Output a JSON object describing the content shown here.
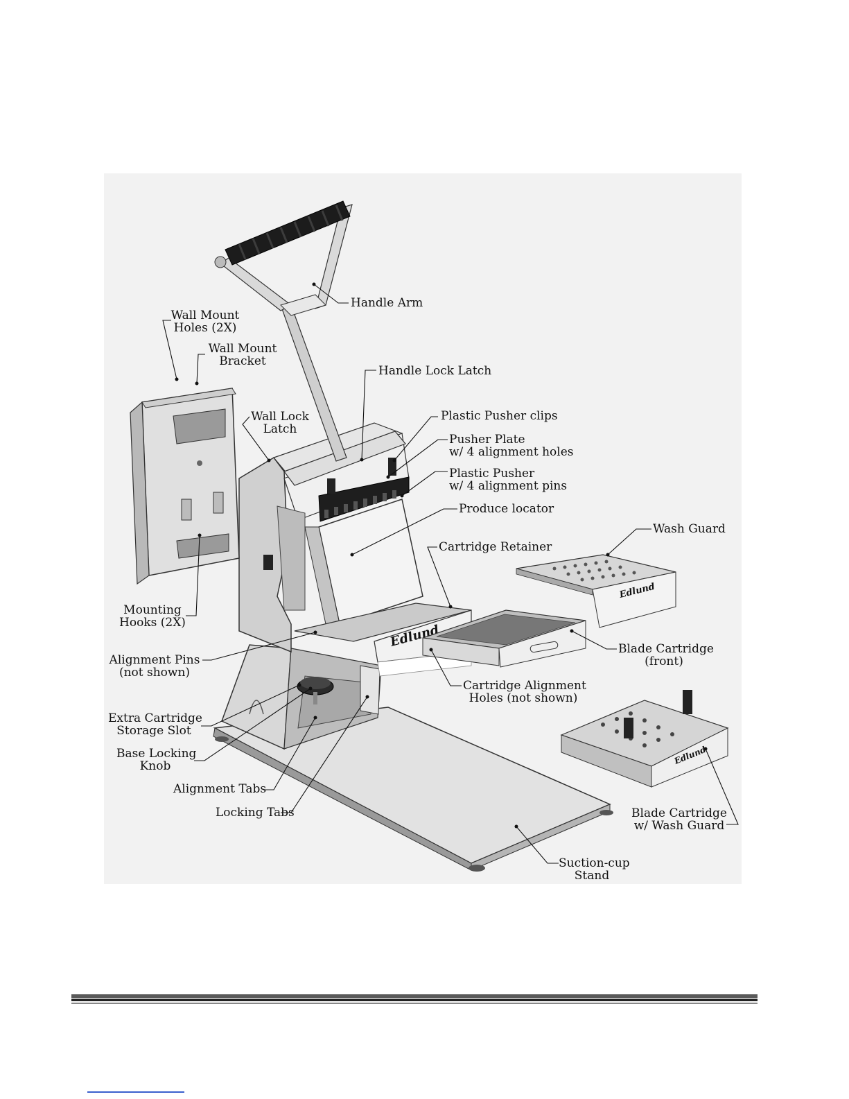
{
  "labels": {
    "handle_arm": "Handle Arm",
    "wall_mount_holes": "Wall Mount\nHoles (2X)",
    "wall_mount_bracket": "Wall Mount\nBracket",
    "handle_lock_latch": "Handle Lock Latch",
    "wall_lock_latch": "Wall Lock\nLatch",
    "plastic_pusher_clips": "Plastic Pusher clips",
    "pusher_plate": "Pusher Plate\nw/ 4 alignment holes",
    "plastic_pusher": "Plastic Pusher\nw/ 4 alignment pins",
    "produce_locator": "Produce locator",
    "wash_guard": "Wash Guard",
    "cartridge_retainer": "Cartridge Retainer",
    "mounting_hooks": "Mounting\nHooks (2X)",
    "blade_cartridge_front": "Blade Cartridge\n(front)",
    "alignment_pins": "Alignment Pins\n(not shown)",
    "cartridge_alignment_holes": "Cartridge Alignment\nHoles (not shown)",
    "extra_cartridge_storage": "Extra Cartridge\nStorage Slot",
    "base_locking_knob": "Base Locking\nKnob",
    "alignment_tabs": "Alignment Tabs",
    "locking_tabs": "Locking Tabs",
    "blade_cartridge_wash_guard": "Blade Cartridge\nw/ Wash Guard",
    "suction_cup_stand": "Suction-cup\nStand"
  },
  "brand_marks": [
    "Edlund",
    "Edlund",
    "Edlund"
  ],
  "colors": {
    "panel": "#f2f2f2",
    "line": "#111111",
    "metal_light": "#e6e6e6",
    "metal_mid": "#c8c8c8",
    "metal_dark": "#8c8c8c",
    "rubber": "#1c1c1c"
  }
}
